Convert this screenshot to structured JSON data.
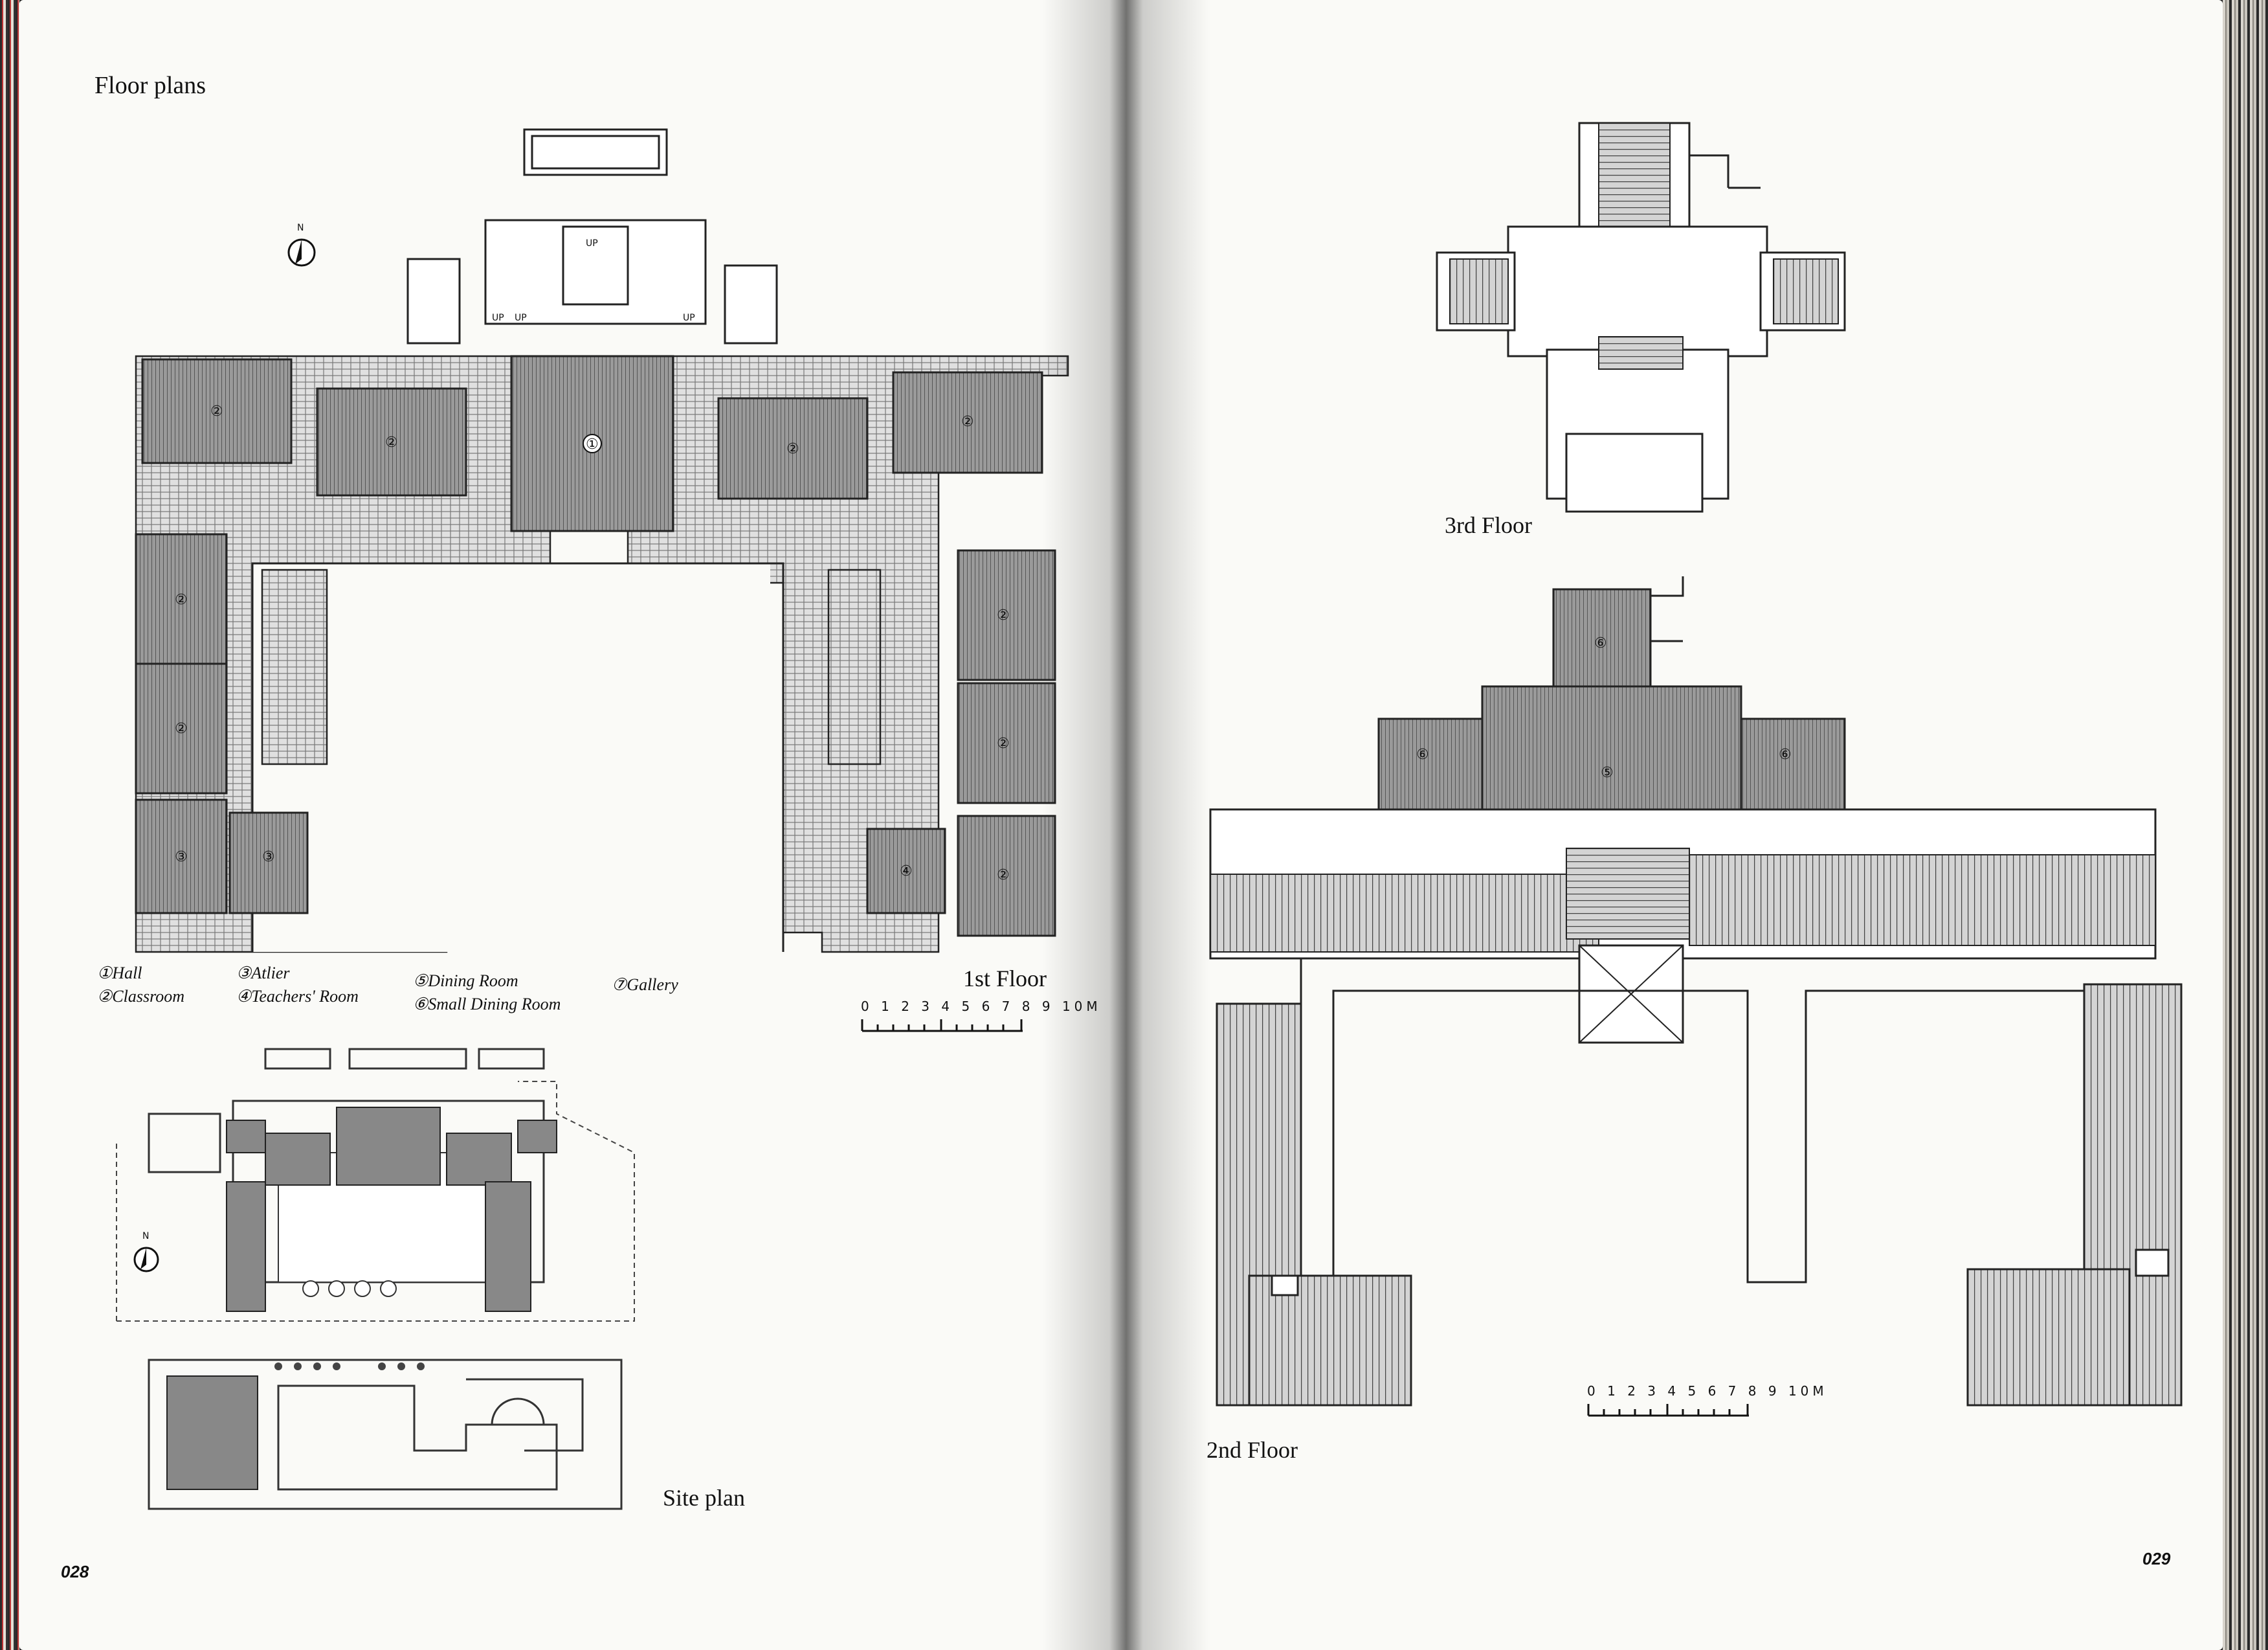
{
  "left_page": {
    "heading": "Floor plans",
    "first_floor_label": "1st Floor",
    "site_plan_label": "Site plan",
    "page_number": "028",
    "legend": [
      "①Hall",
      "②Classroom",
      "③Atlier",
      "④Teachers' Room",
      "⑤Dining Room",
      "⑥Small Dining Room",
      "⑦Gallery"
    ],
    "north": "N",
    "stair_label": "UP",
    "room_numbers": {
      "hall": "①",
      "classroom": "②",
      "atelier": "③",
      "teachers": "④"
    },
    "scale": {
      "ticks": [
        "0",
        "1",
        "2",
        "3",
        "4",
        "5",
        "6",
        "7",
        "8",
        "9"
      ],
      "end": "10M"
    }
  },
  "right_page": {
    "third_floor_label": "3rd Floor",
    "second_floor_label": "2nd Floor",
    "page_number": "029",
    "room_numbers": {
      "dining": "⑤",
      "small_dining": "⑥"
    },
    "scale": {
      "ticks": [
        "0",
        "1",
        "2",
        "3",
        "4",
        "5",
        "6",
        "7",
        "8",
        "9"
      ],
      "end": "10M"
    }
  }
}
